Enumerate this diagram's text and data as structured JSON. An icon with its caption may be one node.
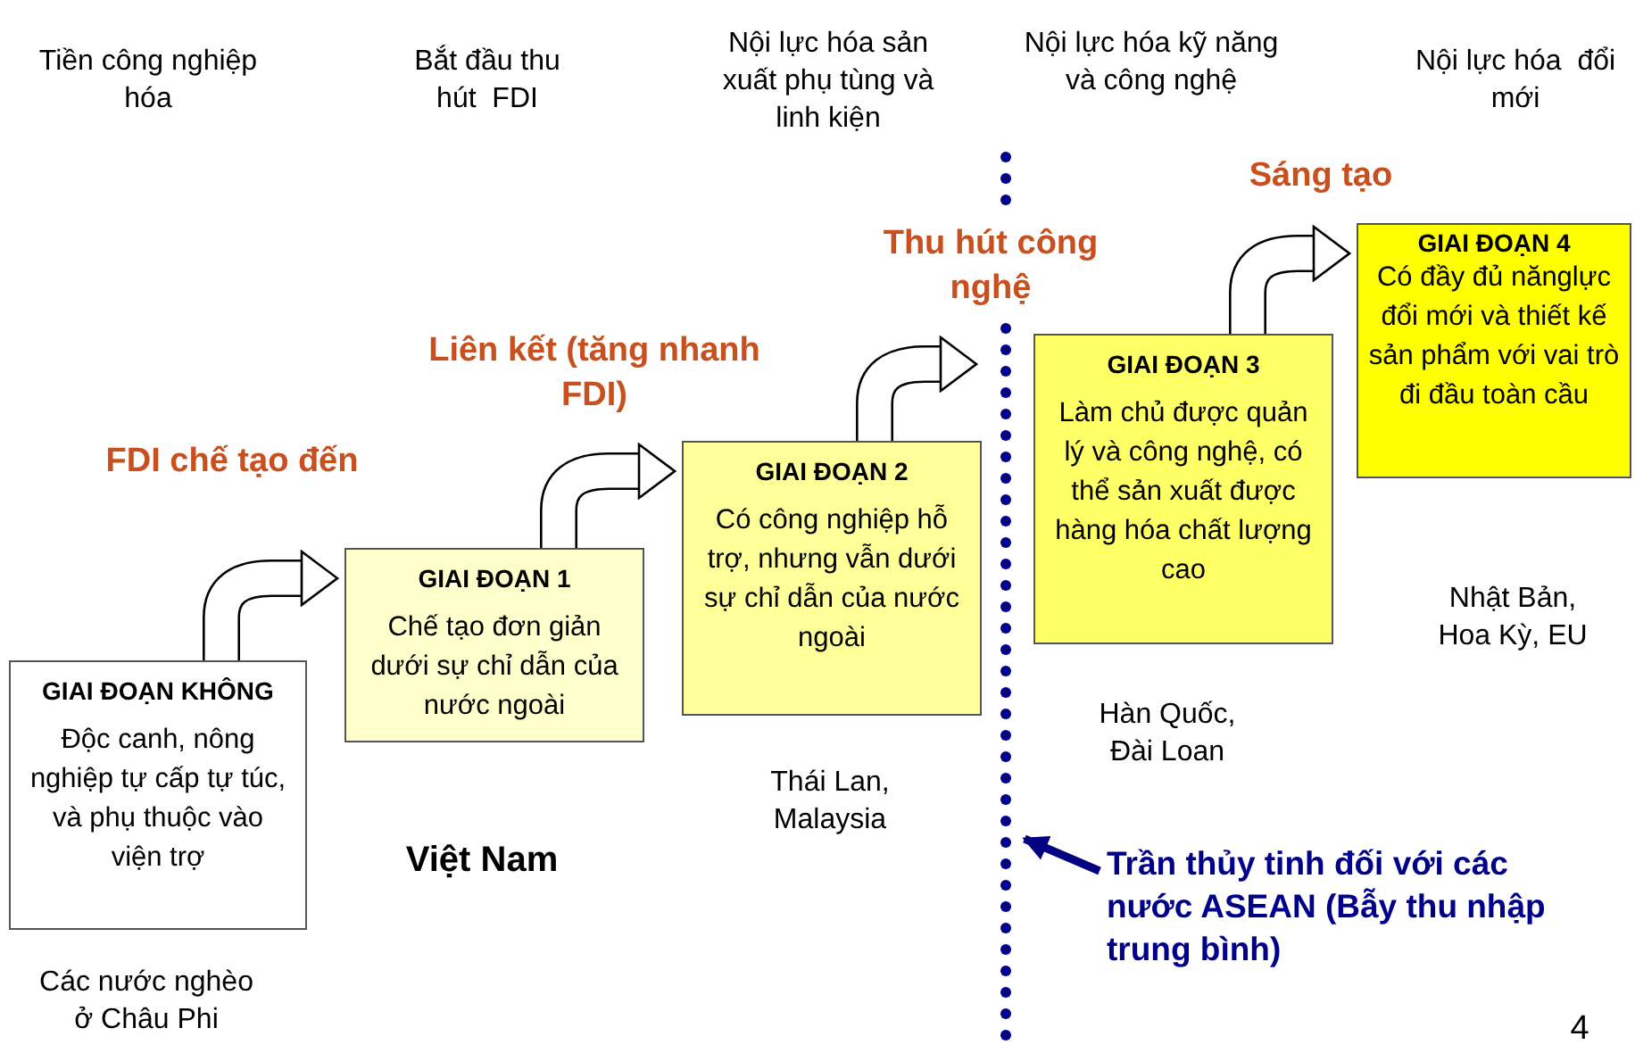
{
  "diagram": {
    "nodes": [
      {
        "text": [
          "GIAI ĐOẠN KHÔNG",
          "Độc canh, nông nghiệp tự cấp tự túc, và phụ thuộc vào viện trợ"
        ]
      },
      {
        "text": [
          "GIAI ĐOẠN 1",
          "Chế tạo đơn giản dưới sự chỉ dẫn của nước ngoài"
        ]
      },
      {
        "text": [
          "GIAI ĐOẠN 2",
          "Có công nghiệp hỗ trợ, nhưng vẫn dưới sự chỉ dẫn của nước ngoài"
        ]
      },
      {
        "text": [
          "GIAI ĐOẠN 3",
          "Làm chủ được quản lý và công nghệ, có thể sản xuất được hàng hóa chất lượng cao"
        ]
      },
      {
        "text": [
          "GIAI ĐOẠN 4",
          "Có đầy đủ nănglực đổi mới và thiết kế sản phẩm với vai trò đi đầu toàn cầu"
        ]
      },
      {
        "text": [],
        "shape": "line"
      },
      {
        "text": [
          "Trần thủy tinh đối với các nước ASEAN (Bẫy thu nhập trung bình)"
        ]
      }
    ],
    "edges": [
      {
        "from": 0,
        "to": 1,
        "arrow": "to"
      },
      {
        "from": 1,
        "to": 2,
        "arrow": "to"
      },
      {
        "from": 2,
        "to": 3,
        "arrow": "to"
      },
      {
        "from": 3,
        "to": 4,
        "arrow": "to"
      },
      {
        "from": 6,
        "to": 5,
        "arrow": "to",
        "color": "#000080"
      }
    ],
    "labels": [
      "Tiền công nghiệp hóa",
      "Bắt đầu thu hút  FDI",
      "Nội lực hóa sản xuất phụ tùng và linh kiện",
      "Nội lực hóa kỹ năng và công nghệ",
      "Nội lực hóa  đổi mới",
      "Sáng tạo",
      "Thu hút công nghệ",
      "Liên kết (tăng nhanh FDI)",
      "FDI chế tạo đến",
      "Nhật Bản, Hoa Kỳ, EU",
      "Hàn Quốc, Đài Loan",
      "Thái Lan, Malaysia",
      "Việt Nam",
      "Các nước nghèo ở Châu Phi",
      "4"
    ]
  }
}
